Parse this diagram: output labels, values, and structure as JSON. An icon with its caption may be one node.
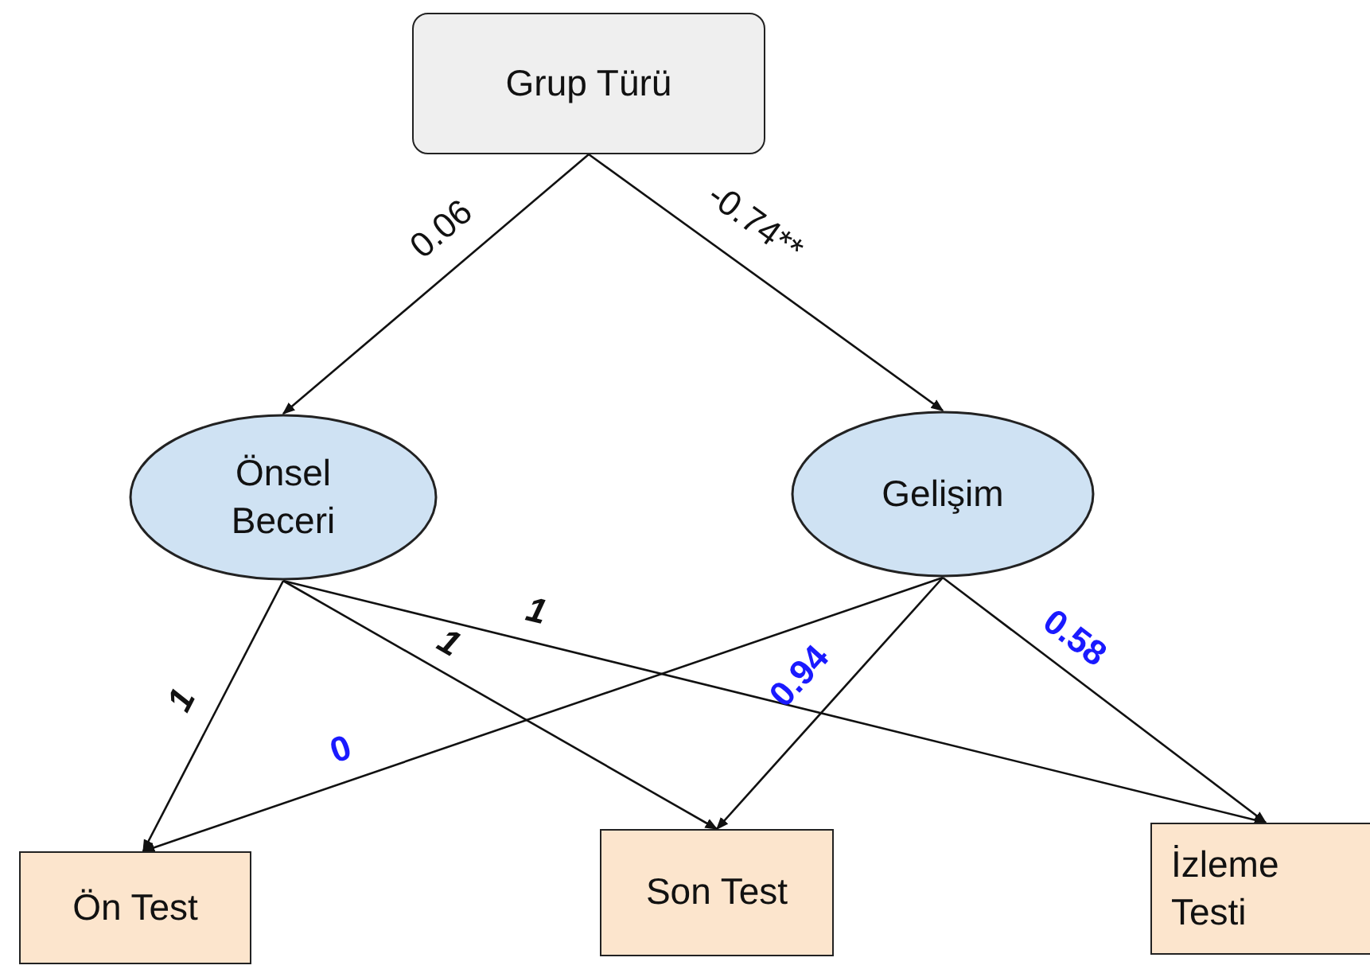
{
  "diagram": {
    "nodes": [
      {
        "text": [
          "Grup Türü"
        ]
      },
      {
        "text": [
          "Önsel Beceri"
        ]
      },
      {
        "text": [
          "Gelişim"
        ]
      },
      {
        "text": [
          "Ön Test"
        ]
      },
      {
        "text": [
          "Son Test"
        ]
      },
      {
        "text": [
          "İzleme Testi"
        ]
      }
    ],
    "edges": [
      {
        "from": 0,
        "to": 1,
        "arrow": "to",
        "label": "0.06"
      },
      {
        "from": 0,
        "to": 2,
        "arrow": "to",
        "label": "-0.74**"
      },
      {
        "from": 1,
        "to": 3,
        "arrow": "to",
        "label": "1"
      },
      {
        "from": 1,
        "to": 4,
        "arrow": "to",
        "label": "1"
      },
      {
        "from": 1,
        "to": 5,
        "arrow": "to",
        "label": "1"
      },
      {
        "from": 2,
        "to": 3,
        "arrow": "to",
        "label": "0"
      },
      {
        "from": 2,
        "to": 4,
        "arrow": "to",
        "label": "0.94"
      },
      {
        "from": 2,
        "to": 5,
        "arrow": "to",
        "label": "0.58"
      }
    ]
  }
}
